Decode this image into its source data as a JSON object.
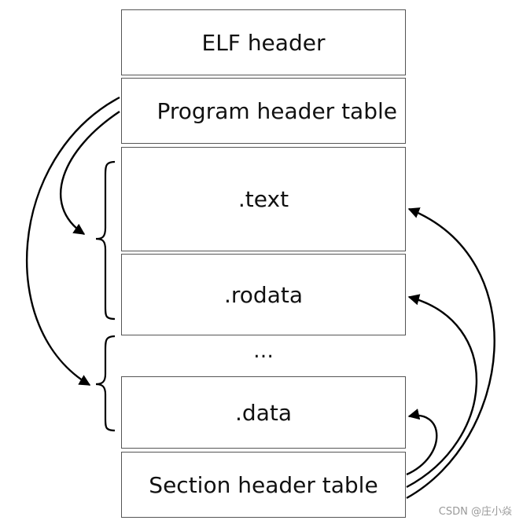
{
  "diagram": {
    "segments": {
      "elf_header": "ELF header",
      "program_header_table": "Program header table",
      "text": ".text",
      "rodata": ".rodata",
      "ellipsis": "…",
      "data": ".data",
      "section_header_table": "Section header table"
    }
  },
  "watermark": "CSDN @庄小焱"
}
